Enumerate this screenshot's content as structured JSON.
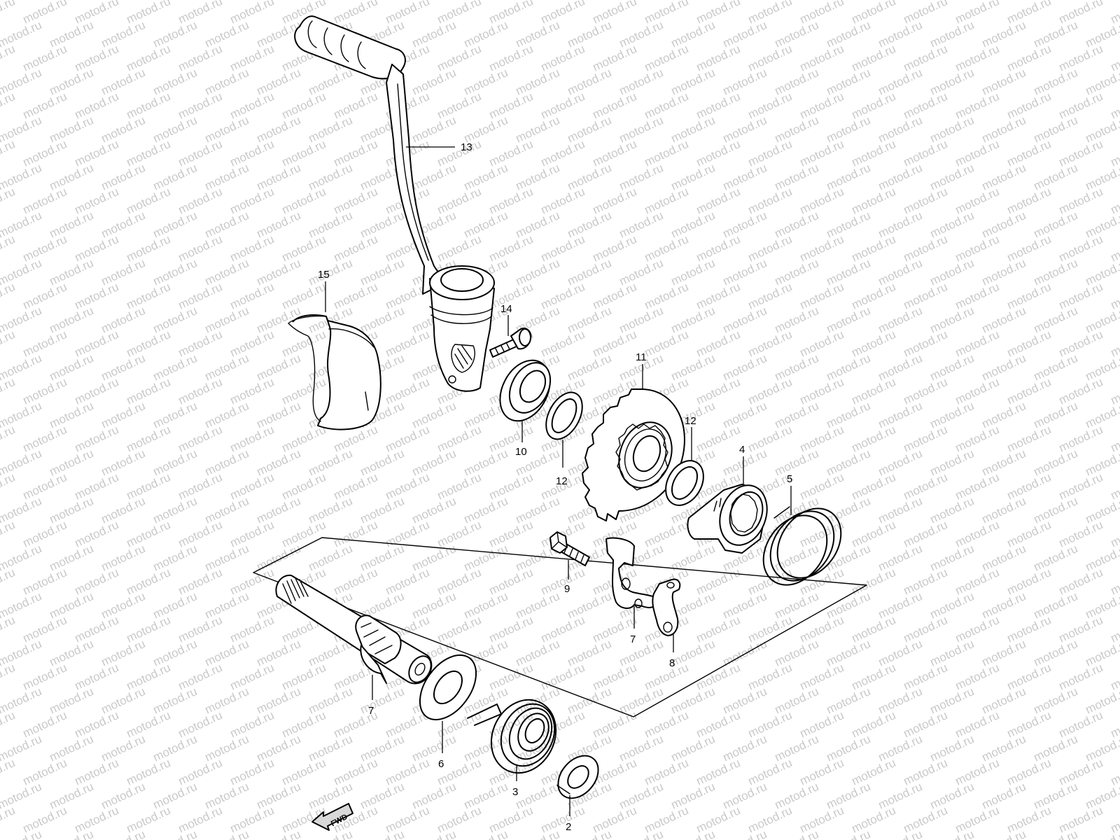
{
  "watermark": {
    "text": "motod.ru",
    "color": "#c9c9c9"
  },
  "direction_label": {
    "text": "FWD",
    "icon": "fwd-arrow-icon"
  },
  "callouts": [
    {
      "id": "c13",
      "text": "13",
      "part": "kick-starter-lever"
    },
    {
      "id": "c15",
      "text": "15",
      "part": "lever-rubber-boot"
    },
    {
      "id": "c14",
      "text": "14",
      "part": "pinch-bolt"
    },
    {
      "id": "c10",
      "text": "10",
      "part": "oil-seal"
    },
    {
      "id": "c12a",
      "text": "12",
      "part": "washer"
    },
    {
      "id": "c11",
      "text": "11",
      "part": "kick-starter-idle-gear"
    },
    {
      "id": "c12b",
      "text": "12",
      "part": "washer"
    },
    {
      "id": "c4",
      "text": "4",
      "part": "kick-starter-drive-gear"
    },
    {
      "id": "c5",
      "text": "5",
      "part": "kick-starter-spring"
    },
    {
      "id": "c9",
      "text": "9",
      "part": "bolt"
    },
    {
      "id": "c7a",
      "text": "7",
      "part": "guide-plate"
    },
    {
      "id": "c8",
      "text": "8",
      "part": "stopper"
    },
    {
      "id": "c7b",
      "text": "7",
      "part": "kick-starter-shaft"
    },
    {
      "id": "c6",
      "text": "6",
      "part": "washer"
    },
    {
      "id": "c3",
      "text": "3",
      "part": "return-spring"
    },
    {
      "id": "c2",
      "text": "2",
      "part": "spring-guide"
    }
  ]
}
